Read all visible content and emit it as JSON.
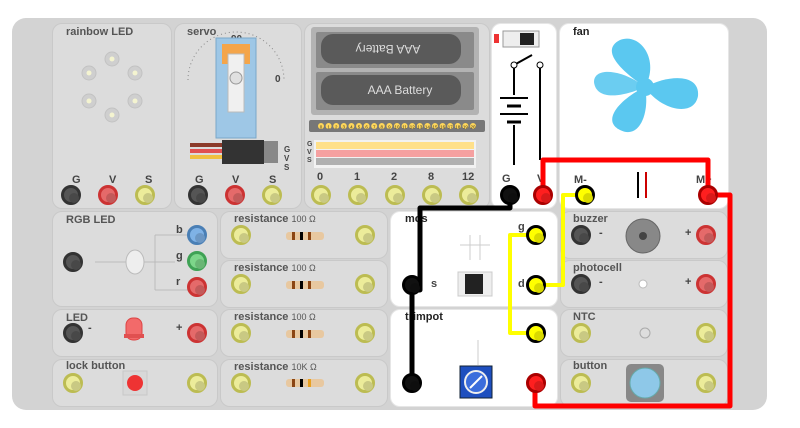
{
  "modules": {
    "rainbow_led": {
      "title": "rainbow LED",
      "pins": [
        "G",
        "V",
        "S"
      ]
    },
    "servo": {
      "title": "servo",
      "pins": [
        "G",
        "V",
        "S"
      ],
      "dial_labels": [
        "90",
        "0"
      ],
      "header_labels": [
        "G",
        "V",
        "S"
      ]
    },
    "battery": {
      "labels": [
        "AAA Battery",
        "AAA Battery"
      ]
    },
    "display": {
      "numbers": [
        "0",
        "1",
        "2",
        "3",
        "4",
        "5",
        "6",
        "7",
        "8",
        "9",
        "10",
        "11",
        "12",
        "13",
        "14",
        "15",
        "16",
        "17",
        "18",
        "19",
        "20"
      ],
      "row_labels": [
        "G",
        "V",
        "S"
      ],
      "pins": [
        "0",
        "1",
        "2",
        "8",
        "12"
      ]
    },
    "switch": {
      "pins": [
        "G",
        "V"
      ]
    },
    "fan": {
      "title": "fan",
      "pins": [
        "M-",
        "M+"
      ]
    },
    "rgb_led": {
      "title": "RGB LED",
      "pins": [
        "b",
        "g",
        "r"
      ]
    },
    "resistors": [
      {
        "title": "resistance",
        "value": "100 Ω"
      },
      {
        "title": "resistance",
        "value": "100 Ω"
      },
      {
        "title": "resistance",
        "value": "100 Ω"
      },
      {
        "title": "resistance",
        "value": "10K Ω"
      }
    ],
    "led": {
      "title": "LED",
      "minus": "-",
      "plus": "+"
    },
    "lock_button": {
      "title": "lock button"
    },
    "mos": {
      "title": "mos",
      "pins": [
        "g",
        "s",
        "d"
      ]
    },
    "trimpot": {
      "title": "trimpot"
    },
    "buzzer": {
      "title": "buzzer",
      "minus": "-",
      "plus": "+"
    },
    "photocell": {
      "title": "photocell",
      "minus": "-",
      "plus": "+"
    },
    "ntc": {
      "title": "NTC"
    },
    "button": {
      "title": "button"
    }
  },
  "colors": {
    "wire_black": "#000000",
    "wire_red": "#ff0000",
    "wire_yellow": "#ffff00",
    "fan_blue": "#5bc8f0"
  }
}
